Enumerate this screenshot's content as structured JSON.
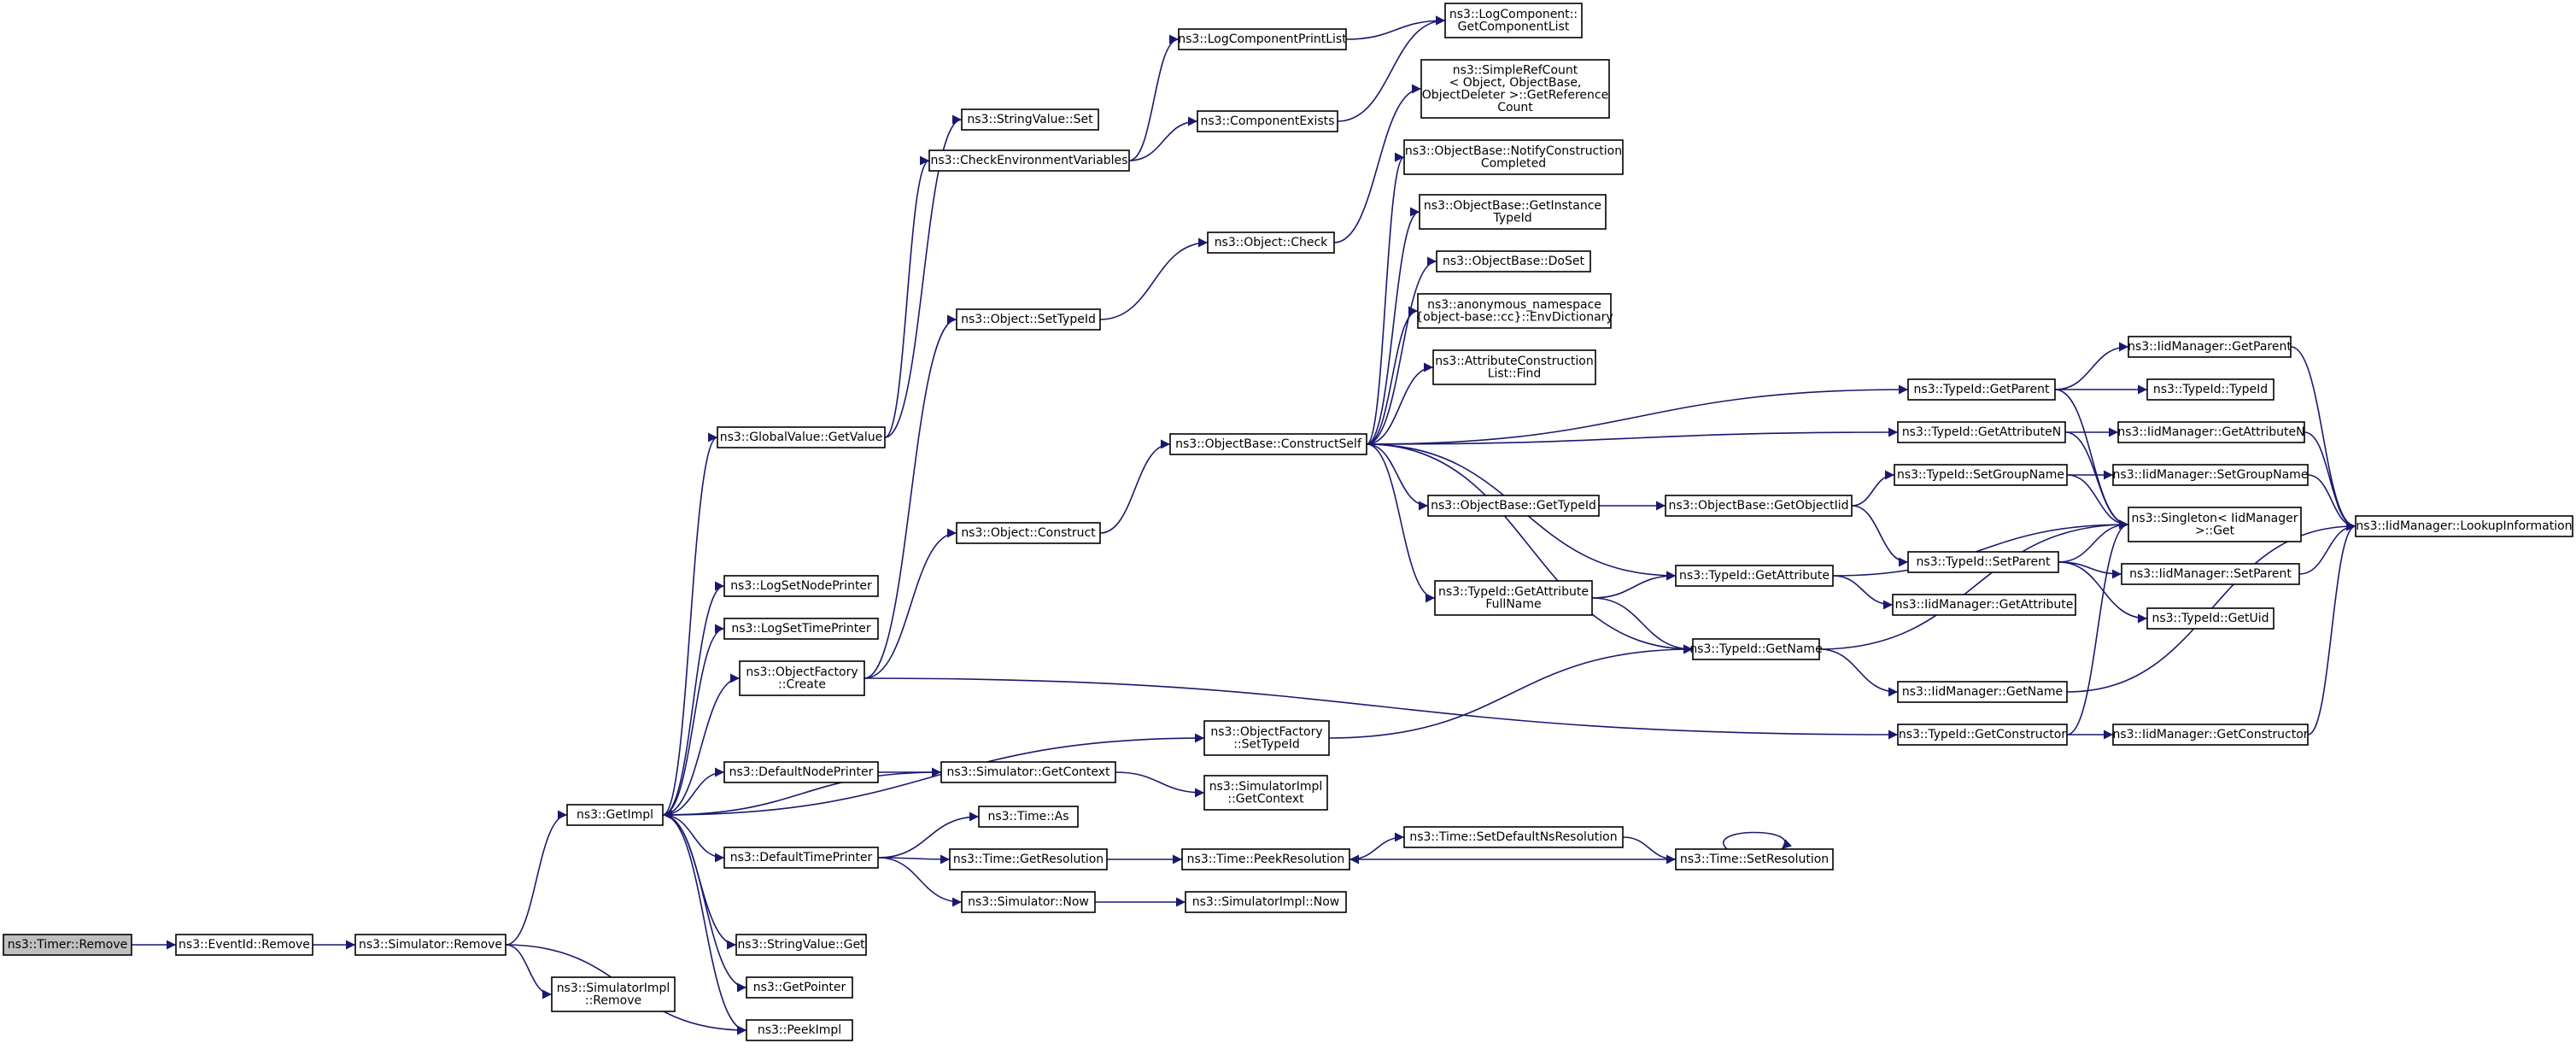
{
  "graph": {
    "title": "",
    "edge_color": "#191970",
    "root_fill": "#bfbfbf",
    "nodes": [
      {
        "id": "timer_remove",
        "lines": [
          "ns3::Timer::Remove"
        ],
        "root": true
      },
      {
        "id": "eventid_remove",
        "lines": [
          "ns3::EventId::Remove"
        ]
      },
      {
        "id": "sim_remove",
        "lines": [
          "ns3::Simulator::Remove"
        ]
      },
      {
        "id": "simimpl_remove",
        "lines": [
          "ns3::SimulatorImpl",
          "::Remove"
        ]
      },
      {
        "id": "getimpl",
        "lines": [
          "ns3::GetImpl"
        ]
      },
      {
        "id": "peekimpl",
        "lines": [
          "ns3::PeekImpl"
        ]
      },
      {
        "id": "getpointer",
        "lines": [
          "ns3::GetPointer"
        ]
      },
      {
        "id": "stringvalue_get",
        "lines": [
          "ns3::StringValue::Get"
        ]
      },
      {
        "id": "defaulttimeprinter",
        "lines": [
          "ns3::DefaultTimePrinter"
        ]
      },
      {
        "id": "defaultnodeprinter",
        "lines": [
          "ns3::DefaultNodePrinter"
        ]
      },
      {
        "id": "of_create",
        "lines": [
          "ns3::ObjectFactory",
          "::Create"
        ]
      },
      {
        "id": "logsettimeprinter",
        "lines": [
          "ns3::LogSetTimePrinter"
        ]
      },
      {
        "id": "logsetnodeprinter",
        "lines": [
          "ns3::LogSetNodePrinter"
        ]
      },
      {
        "id": "gv_getvalue",
        "lines": [
          "ns3::GlobalValue::GetValue"
        ]
      },
      {
        "id": "stringvalue_set",
        "lines": [
          "ns3::StringValue::Set"
        ]
      },
      {
        "id": "checkenv",
        "lines": [
          "ns3::CheckEnvironmentVariables"
        ]
      },
      {
        "id": "logcompprintlist",
        "lines": [
          "ns3::LogComponentPrintList"
        ]
      },
      {
        "id": "compexists",
        "lines": [
          "ns3::ComponentExists"
        ]
      },
      {
        "id": "logcomp_getlist",
        "lines": [
          "ns3::LogComponent::",
          "GetComponentList"
        ]
      },
      {
        "id": "obj_settypeid",
        "lines": [
          "ns3::Object::SetTypeId"
        ]
      },
      {
        "id": "obj_check",
        "lines": [
          "ns3::Object::Check"
        ]
      },
      {
        "id": "obj_construct",
        "lines": [
          "ns3::Object::Construct"
        ]
      },
      {
        "id": "of_settypeid",
        "lines": [
          "ns3::ObjectFactory",
          "::SetTypeId"
        ]
      },
      {
        "id": "sim_getcontext",
        "lines": [
          "ns3::Simulator::GetContext"
        ]
      },
      {
        "id": "simimpl_getcontext",
        "lines": [
          "ns3::SimulatorImpl",
          "::GetContext"
        ]
      },
      {
        "id": "time_as",
        "lines": [
          "ns3::Time::As"
        ]
      },
      {
        "id": "time_getres",
        "lines": [
          "ns3::Time::GetResolution"
        ]
      },
      {
        "id": "sim_now",
        "lines": [
          "ns3::Simulator::Now"
        ]
      },
      {
        "id": "simimpl_now",
        "lines": [
          "ns3::SimulatorImpl::Now"
        ]
      },
      {
        "id": "time_peekres",
        "lines": [
          "ns3::Time::PeekResolution"
        ]
      },
      {
        "id": "time_setdefns",
        "lines": [
          "ns3::Time::SetDefaultNsResolution"
        ]
      },
      {
        "id": "time_setres",
        "lines": [
          "ns3::Time::SetResolution"
        ]
      },
      {
        "id": "ob_constructself",
        "lines": [
          "ns3::ObjectBase::ConstructSelf"
        ]
      },
      {
        "id": "srefcount",
        "lines": [
          "ns3::SimpleRefCount",
          "< Object, ObjectBase,",
          "ObjectDeleter >::GetReference",
          "Count"
        ]
      },
      {
        "id": "ob_notify",
        "lines": [
          "ns3::ObjectBase::NotifyConstruction",
          "Completed"
        ]
      },
      {
        "id": "ob_getinstance",
        "lines": [
          "ns3::ObjectBase::GetInstance",
          "TypeId"
        ]
      },
      {
        "id": "ob_doset",
        "lines": [
          "ns3::ObjectBase::DoSet"
        ]
      },
      {
        "id": "anon_envdict",
        "lines": [
          "ns3::anonymous_namespace",
          "{object-base::cc}::EnvDictionary"
        ]
      },
      {
        "id": "acl_find",
        "lines": [
          "ns3::AttributeConstruction",
          "List::Find"
        ]
      },
      {
        "id": "ob_gettypeid",
        "lines": [
          "ns3::ObjectBase::GetTypeId"
        ]
      },
      {
        "id": "ob_getobjectiid",
        "lines": [
          "ns3::ObjectBase::GetObjectIid"
        ]
      },
      {
        "id": "tid_getattrfull",
        "lines": [
          "ns3::TypeId::GetAttribute",
          "FullName"
        ]
      },
      {
        "id": "tid_getattribute",
        "lines": [
          "ns3::TypeId::GetAttribute"
        ]
      },
      {
        "id": "tid_getname",
        "lines": [
          "ns3::TypeId::GetName"
        ]
      },
      {
        "id": "tid_getparent",
        "lines": [
          "ns3::TypeId::GetParent"
        ]
      },
      {
        "id": "tid_getattrn",
        "lines": [
          "ns3::TypeId::GetAttributeN"
        ]
      },
      {
        "id": "tid_setgroupname",
        "lines": [
          "ns3::TypeId::SetGroupName"
        ]
      },
      {
        "id": "tid_setparent",
        "lines": [
          "ns3::TypeId::SetParent"
        ]
      },
      {
        "id": "iid_getattribute",
        "lines": [
          "ns3::IidManager::GetAttribute"
        ]
      },
      {
        "id": "iid_getname",
        "lines": [
          "ns3::IidManager::GetName"
        ]
      },
      {
        "id": "tid_getconstructor",
        "lines": [
          "ns3::TypeId::GetConstructor"
        ]
      },
      {
        "id": "iid_getparent",
        "lines": [
          "ns3::IidManager::GetParent"
        ]
      },
      {
        "id": "tid_typeid",
        "lines": [
          "ns3::TypeId::TypeId"
        ]
      },
      {
        "id": "iid_getattrn",
        "lines": [
          "ns3::IidManager::GetAttributeN"
        ]
      },
      {
        "id": "iid_setgroupname",
        "lines": [
          "ns3::IidManager::SetGroupName"
        ]
      },
      {
        "id": "singleton_get",
        "lines": [
          "ns3::Singleton< IidManager",
          ">::Get"
        ]
      },
      {
        "id": "iid_setparent",
        "lines": [
          "ns3::IidManager::SetParent"
        ]
      },
      {
        "id": "tid_getuid",
        "lines": [
          "ns3::TypeId::GetUid"
        ]
      },
      {
        "id": "iid_getconstructor",
        "lines": [
          "ns3::IidManager::GetConstructor"
        ]
      },
      {
        "id": "iid_lookup",
        "lines": [
          "ns3::IidManager::LookupInformation"
        ]
      }
    ],
    "edges": [
      [
        "timer_remove",
        "eventid_remove"
      ],
      [
        "eventid_remove",
        "sim_remove"
      ],
      [
        "sim_remove",
        "getimpl"
      ],
      [
        "sim_remove",
        "simimpl_remove"
      ],
      [
        "sim_remove",
        "peekimpl"
      ],
      [
        "getimpl",
        "gv_getvalue"
      ],
      [
        "getimpl",
        "logsetnodeprinter"
      ],
      [
        "getimpl",
        "logsettimeprinter"
      ],
      [
        "getimpl",
        "of_create"
      ],
      [
        "getimpl",
        "of_settypeid"
      ],
      [
        "getimpl",
        "defaultnodeprinter"
      ],
      [
        "getimpl",
        "defaulttimeprinter"
      ],
      [
        "getimpl",
        "stringvalue_get"
      ],
      [
        "getimpl",
        "getpointer"
      ],
      [
        "getimpl",
        "peekimpl"
      ],
      [
        "sim_getcontext",
        "getimpl"
      ],
      [
        "gv_getvalue",
        "stringvalue_set"
      ],
      [
        "gv_getvalue",
        "checkenv"
      ],
      [
        "checkenv",
        "logcompprintlist"
      ],
      [
        "checkenv",
        "compexists"
      ],
      [
        "logcompprintlist",
        "logcomp_getlist"
      ],
      [
        "compexists",
        "logcomp_getlist"
      ],
      [
        "of_create",
        "obj_settypeid"
      ],
      [
        "of_create",
        "obj_construct"
      ],
      [
        "of_create",
        "tid_getconstructor"
      ],
      [
        "obj_settypeid",
        "obj_check"
      ],
      [
        "obj_check",
        "srefcount"
      ],
      [
        "obj_construct",
        "ob_constructself"
      ],
      [
        "of_settypeid",
        "tid_getname"
      ],
      [
        "defaultnodeprinter",
        "sim_getcontext"
      ],
      [
        "sim_getcontext",
        "simimpl_getcontext"
      ],
      [
        "defaulttimeprinter",
        "time_as"
      ],
      [
        "defaulttimeprinter",
        "time_getres"
      ],
      [
        "defaulttimeprinter",
        "sim_now"
      ],
      [
        "time_getres",
        "time_peekres"
      ],
      [
        "sim_now",
        "simimpl_now"
      ],
      [
        "time_peekres",
        "time_setdefns"
      ],
      [
        "time_setdefns",
        "time_setres"
      ],
      [
        "time_setres",
        "time_peekres"
      ],
      [
        "time_setres",
        "time_setres"
      ],
      [
        "ob_constructself",
        "ob_notify"
      ],
      [
        "ob_constructself",
        "ob_getinstance"
      ],
      [
        "ob_constructself",
        "ob_doset"
      ],
      [
        "ob_constructself",
        "anon_envdict"
      ],
      [
        "ob_constructself",
        "acl_find"
      ],
      [
        "ob_constructself",
        "tid_getparent"
      ],
      [
        "ob_constructself",
        "tid_getattrn"
      ],
      [
        "ob_constructself",
        "ob_gettypeid"
      ],
      [
        "ob_constructself",
        "tid_getattribute"
      ],
      [
        "ob_constructself",
        "tid_getattrfull"
      ],
      [
        "ob_constructself",
        "tid_getname"
      ],
      [
        "ob_gettypeid",
        "ob_getobjectiid"
      ],
      [
        "ob_getobjectiid",
        "tid_setgroupname"
      ],
      [
        "ob_getobjectiid",
        "tid_setparent"
      ],
      [
        "tid_getattrfull",
        "tid_getattribute"
      ],
      [
        "tid_getattrfull",
        "tid_getname"
      ],
      [
        "tid_getattribute",
        "singleton_get"
      ],
      [
        "tid_getattribute",
        "iid_getattribute"
      ],
      [
        "tid_getname",
        "singleton_get"
      ],
      [
        "tid_getname",
        "iid_getname"
      ],
      [
        "tid_getparent",
        "iid_getparent"
      ],
      [
        "tid_getparent",
        "tid_typeid"
      ],
      [
        "tid_getparent",
        "singleton_get"
      ],
      [
        "tid_getattrn",
        "iid_getattrn"
      ],
      [
        "tid_getattrn",
        "singleton_get"
      ],
      [
        "tid_setgroupname",
        "iid_setgroupname"
      ],
      [
        "tid_setgroupname",
        "singleton_get"
      ],
      [
        "tid_setparent",
        "singleton_get"
      ],
      [
        "tid_setparent",
        "iid_setparent"
      ],
      [
        "tid_setparent",
        "tid_getuid"
      ],
      [
        "tid_getconstructor",
        "iid_getconstructor"
      ],
      [
        "tid_getconstructor",
        "singleton_get"
      ],
      [
        "iid_getparent",
        "iid_lookup"
      ],
      [
        "iid_getattrn",
        "iid_lookup"
      ],
      [
        "iid_setgroupname",
        "iid_lookup"
      ],
      [
        "iid_setparent",
        "iid_lookup"
      ],
      [
        "iid_getname",
        "iid_lookup"
      ],
      [
        "iid_getconstructor",
        "iid_lookup"
      ]
    ]
  }
}
